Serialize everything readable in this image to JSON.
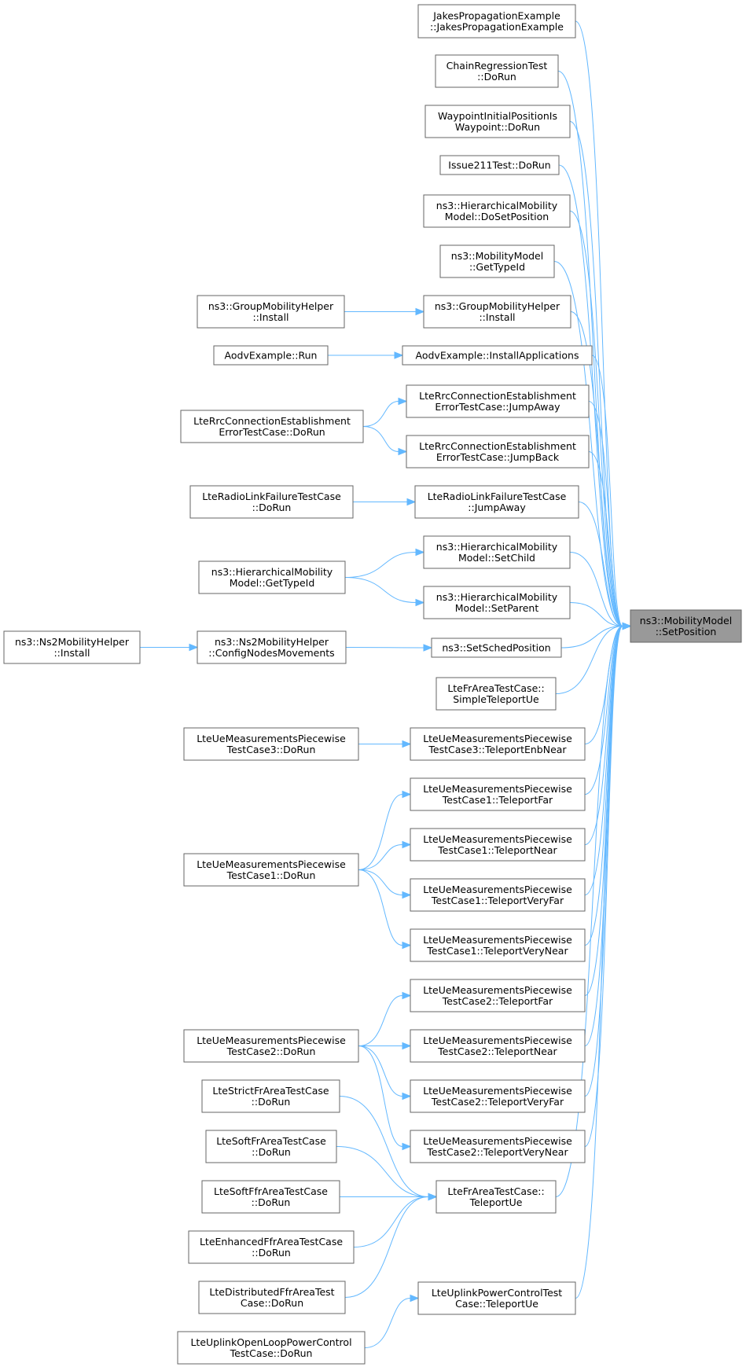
{
  "graph": {
    "target": {
      "id": "target",
      "lines": [
        "ns3::MobilityModel",
        "::SetPosition"
      ]
    },
    "nodes": [
      {
        "id": "n1",
        "lines": [
          "JakesPropagationExample",
          "::JakesPropagationExample"
        ]
      },
      {
        "id": "n2",
        "lines": [
          "ChainRegressionTest",
          "::DoRun"
        ]
      },
      {
        "id": "n3",
        "lines": [
          "WaypointInitialPositionIs",
          "Waypoint::DoRun"
        ]
      },
      {
        "id": "n4",
        "lines": [
          "Issue211Test::DoRun"
        ]
      },
      {
        "id": "n5",
        "lines": [
          "ns3::HierarchicalMobility",
          "Model::DoSetPosition"
        ]
      },
      {
        "id": "n6",
        "lines": [
          "ns3::MobilityModel",
          "::GetTypeId"
        ]
      },
      {
        "id": "n7",
        "lines": [
          "ns3::GroupMobilityHelper",
          "::Install"
        ]
      },
      {
        "id": "n8",
        "lines": [
          "AodvExample::InstallApplications"
        ]
      },
      {
        "id": "n9",
        "lines": [
          "LteRrcConnectionEstablishment",
          "ErrorTestCase::JumpAway"
        ]
      },
      {
        "id": "n10",
        "lines": [
          "LteRrcConnectionEstablishment",
          "ErrorTestCase::JumpBack"
        ]
      },
      {
        "id": "n11",
        "lines": [
          "LteRadioLinkFailureTestCase",
          "::JumpAway"
        ]
      },
      {
        "id": "n12",
        "lines": [
          "ns3::HierarchicalMobility",
          "Model::SetChild"
        ]
      },
      {
        "id": "n13",
        "lines": [
          "ns3::HierarchicalMobility",
          "Model::SetParent"
        ]
      },
      {
        "id": "n14",
        "lines": [
          "ns3::SetSchedPosition"
        ]
      },
      {
        "id": "n15",
        "lines": [
          "LteFrAreaTestCase::",
          "SimpleTeleportUe"
        ]
      },
      {
        "id": "n16",
        "lines": [
          "LteUeMeasurementsPiecewise",
          "TestCase3::TeleportEnbNear"
        ]
      },
      {
        "id": "n17",
        "lines": [
          "LteUeMeasurementsPiecewise",
          "TestCase1::TeleportFar"
        ]
      },
      {
        "id": "n18",
        "lines": [
          "LteUeMeasurementsPiecewise",
          "TestCase1::TeleportNear"
        ]
      },
      {
        "id": "n19",
        "lines": [
          "LteUeMeasurementsPiecewise",
          "TestCase1::TeleportVeryFar"
        ]
      },
      {
        "id": "n20",
        "lines": [
          "LteUeMeasurementsPiecewise",
          "TestCase1::TeleportVeryNear"
        ]
      },
      {
        "id": "n21",
        "lines": [
          "LteUeMeasurementsPiecewise",
          "TestCase2::TeleportFar"
        ]
      },
      {
        "id": "n22",
        "lines": [
          "LteUeMeasurementsPiecewise",
          "TestCase2::TeleportNear"
        ]
      },
      {
        "id": "n23",
        "lines": [
          "LteUeMeasurementsPiecewise",
          "TestCase2::TeleportVeryFar"
        ]
      },
      {
        "id": "n24",
        "lines": [
          "LteUeMeasurementsPiecewise",
          "TestCase2::TeleportVeryNear"
        ]
      },
      {
        "id": "n25",
        "lines": [
          "LteFrAreaTestCase::",
          "TeleportUe"
        ]
      },
      {
        "id": "n26",
        "lines": [
          "LteUplinkPowerControlTest",
          "Case::TeleportUe"
        ]
      },
      {
        "id": "c1",
        "lines": [
          "ns3::GroupMobilityHelper",
          "::Install"
        ]
      },
      {
        "id": "c2",
        "lines": [
          "AodvExample::Run"
        ]
      },
      {
        "id": "c3",
        "lines": [
          "LteRrcConnectionEstablishment",
          "ErrorTestCase::DoRun"
        ]
      },
      {
        "id": "c4",
        "lines": [
          "LteRadioLinkFailureTestCase",
          "::DoRun"
        ]
      },
      {
        "id": "c5",
        "lines": [
          "ns3::HierarchicalMobility",
          "Model::GetTypeId"
        ]
      },
      {
        "id": "c6",
        "lines": [
          "ns3::Ns2MobilityHelper",
          "::ConfigNodesMovements"
        ]
      },
      {
        "id": "d1",
        "lines": [
          "ns3::Ns2MobilityHelper",
          "::Install"
        ]
      },
      {
        "id": "c7",
        "lines": [
          "LteUeMeasurementsPiecewise",
          "TestCase3::DoRun"
        ]
      },
      {
        "id": "c8",
        "lines": [
          "LteUeMeasurementsPiecewise",
          "TestCase1::DoRun"
        ]
      },
      {
        "id": "c9",
        "lines": [
          "LteUeMeasurementsPiecewise",
          "TestCase2::DoRun"
        ]
      },
      {
        "id": "c10",
        "lines": [
          "LteStrictFrAreaTestCase",
          "::DoRun"
        ]
      },
      {
        "id": "c11",
        "lines": [
          "LteSoftFrAreaTestCase",
          "::DoRun"
        ]
      },
      {
        "id": "c12",
        "lines": [
          "LteSoftFfrAreaTestCase",
          "::DoRun"
        ]
      },
      {
        "id": "c13",
        "lines": [
          "LteEnhancedFfrAreaTestCase",
          "::DoRun"
        ]
      },
      {
        "id": "c14",
        "lines": [
          "LteDistributedFfrAreaTest",
          "Case::DoRun"
        ]
      },
      {
        "id": "c15",
        "lines": [
          "LteUplinkOpenLoopPowerControl",
          "TestCase::DoRun"
        ]
      }
    ],
    "edges": [
      [
        "n1",
        "target"
      ],
      [
        "n2",
        "target"
      ],
      [
        "n3",
        "target"
      ],
      [
        "n4",
        "target"
      ],
      [
        "n5",
        "target"
      ],
      [
        "n6",
        "target"
      ],
      [
        "n7",
        "target"
      ],
      [
        "n8",
        "target"
      ],
      [
        "n9",
        "target"
      ],
      [
        "n10",
        "target"
      ],
      [
        "n11",
        "target"
      ],
      [
        "n12",
        "target"
      ],
      [
        "n13",
        "target"
      ],
      [
        "n14",
        "target"
      ],
      [
        "n15",
        "target"
      ],
      [
        "n16",
        "target"
      ],
      [
        "n17",
        "target"
      ],
      [
        "n18",
        "target"
      ],
      [
        "n19",
        "target"
      ],
      [
        "n20",
        "target"
      ],
      [
        "n21",
        "target"
      ],
      [
        "n22",
        "target"
      ],
      [
        "n23",
        "target"
      ],
      [
        "n24",
        "target"
      ],
      [
        "n25",
        "target"
      ],
      [
        "n26",
        "target"
      ],
      [
        "c1",
        "n7"
      ],
      [
        "c2",
        "n8"
      ],
      [
        "c3",
        "n9"
      ],
      [
        "c3",
        "n10"
      ],
      [
        "c4",
        "n11"
      ],
      [
        "c5",
        "n12"
      ],
      [
        "c5",
        "n13"
      ],
      [
        "c6",
        "n14"
      ],
      [
        "d1",
        "c6"
      ],
      [
        "c7",
        "n16"
      ],
      [
        "c8",
        "n17"
      ],
      [
        "c8",
        "n18"
      ],
      [
        "c8",
        "n19"
      ],
      [
        "c8",
        "n20"
      ],
      [
        "c9",
        "n21"
      ],
      [
        "c9",
        "n22"
      ],
      [
        "c9",
        "n23"
      ],
      [
        "c9",
        "n24"
      ],
      [
        "c10",
        "n25"
      ],
      [
        "c11",
        "n25"
      ],
      [
        "c12",
        "n25"
      ],
      [
        "c13",
        "n25"
      ],
      [
        "c14",
        "n25"
      ],
      [
        "c15",
        "n26"
      ]
    ]
  },
  "colors": {
    "edge": "#63b8ff",
    "node_border": "#666666",
    "target_fill": "#999999"
  }
}
